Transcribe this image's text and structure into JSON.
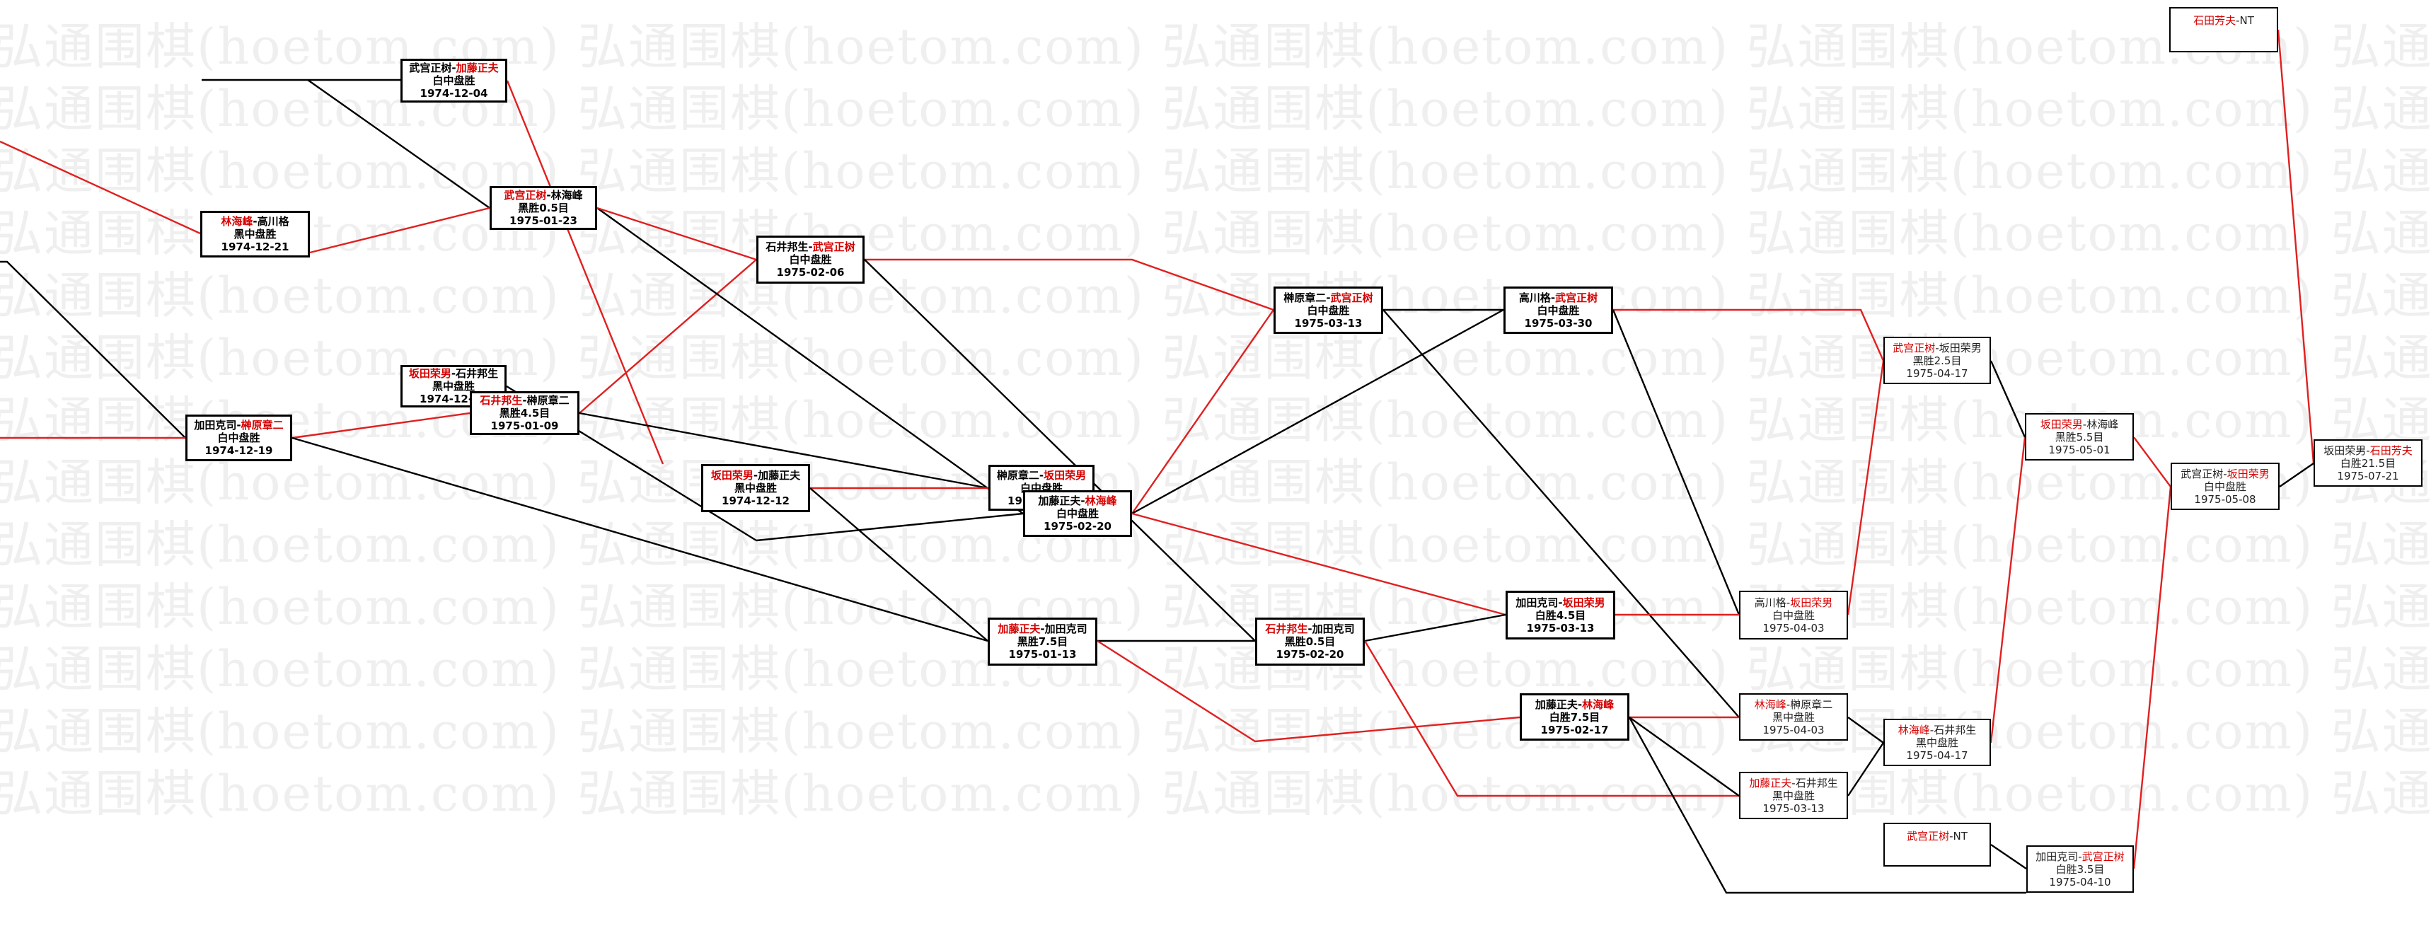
{
  "watermark": "弘通围棋(hoetom.com)",
  "colors": {
    "winner": "#d60000",
    "line_winner": "#e02020",
    "line_other": "#000000"
  },
  "nodes": [
    {
      "id": "n1",
      "a": "武宫正树",
      "b": "加藤正夫",
      "w": "b",
      "result": "白中盘胜",
      "date": "1974-12-04",
      "style": "bold"
    },
    {
      "id": "n2",
      "a": "林海峰",
      "b": "高川格",
      "w": "a",
      "result": "黑中盘胜",
      "date": "1974-12-21",
      "style": "bold"
    },
    {
      "id": "n3",
      "a": "武宫正树",
      "b": "林海峰",
      "w": "a",
      "result": "黑胜0.5目",
      "date": "1975-01-23",
      "style": "bold"
    },
    {
      "id": "n4",
      "a": "坂田荣男",
      "b": "石井邦生",
      "w": "a",
      "result": "黑中盘胜",
      "date": "1974-12-04",
      "style": "bold"
    },
    {
      "id": "n5",
      "a": "石井邦生",
      "b": "榊原章二",
      "w": "a",
      "result": "黑胜4.5目",
      "date": "1975-01-09",
      "style": "bold"
    },
    {
      "id": "n6",
      "a": "加田克司",
      "b": "榊原章二",
      "w": "b",
      "result": "白中盘胜",
      "date": "1974-12-19",
      "style": "bold"
    },
    {
      "id": "n7",
      "a": "石井邦生",
      "b": "武宫正树",
      "w": "b",
      "result": "白中盘胜",
      "date": "1975-02-06",
      "style": "bold"
    },
    {
      "id": "n8",
      "a": "坂田荣男",
      "b": "加藤正夫",
      "w": "a",
      "result": "黑中盘胜",
      "date": "1974-12-12",
      "style": "bold"
    },
    {
      "id": "n9",
      "a": "榊原章二",
      "b": "坂田荣男",
      "w": "b",
      "result": "白中盘胜",
      "date": "1975-02-20",
      "style": "bold"
    },
    {
      "id": "n10",
      "a": "加藤正夫",
      "b": "林海峰",
      "w": "b",
      "result": "白中盘胜",
      "date": "1975-02-20",
      "style": "bold"
    },
    {
      "id": "n11",
      "a": "加藤正夫",
      "b": "加田克司",
      "w": "a",
      "result": "黑胜7.5目",
      "date": "1975-01-13",
      "style": "bold"
    },
    {
      "id": "n12",
      "a": "榊原章二",
      "b": "武宫正树",
      "w": "b",
      "result": "白中盘胜",
      "date": "1975-03-13",
      "style": "bold"
    },
    {
      "id": "n13",
      "a": "石井邦生",
      "b": "加田克司",
      "w": "a",
      "result": "黑胜0.5目",
      "date": "1975-02-20",
      "style": "bold"
    },
    {
      "id": "n14",
      "a": "高川格",
      "b": "武宫正树",
      "w": "b",
      "result": "白中盘胜",
      "date": "1975-03-30",
      "style": "bold"
    },
    {
      "id": "n15",
      "a": "加田克司",
      "b": "坂田荣男",
      "w": "b",
      "result": "白胜4.5目",
      "date": "1975-03-13",
      "style": "bold"
    },
    {
      "id": "n16",
      "a": "加藤正夫",
      "b": "林海峰",
      "w": "b",
      "result": "白胜7.5目",
      "date": "1975-02-17",
      "style": "bold"
    },
    {
      "id": "n17",
      "a": "武宫正树",
      "b": "坂田荣男",
      "w": "a",
      "result": "黑胜2.5目",
      "date": "1975-04-17",
      "style": "light"
    },
    {
      "id": "n18",
      "a": "高川格",
      "b": "坂田荣男",
      "w": "b",
      "result": "白中盘胜",
      "date": "1975-04-03",
      "style": "light"
    },
    {
      "id": "n19",
      "a": "林海峰",
      "b": "榊原章二",
      "w": "a",
      "result": "黑中盘胜",
      "date": "1975-04-03",
      "style": "light"
    },
    {
      "id": "n20",
      "a": "加藤正夫",
      "b": "石井邦生",
      "w": "a",
      "result": "黑中盘胜",
      "date": "1975-03-13",
      "style": "light"
    },
    {
      "id": "n21",
      "a": "林海峰",
      "b": "石井邦生",
      "w": "a",
      "result": "黑中盘胜",
      "date": "1975-04-17",
      "style": "light"
    },
    {
      "id": "n22",
      "a": "武宫正树",
      "b": "NT",
      "w": "a",
      "result": "",
      "date": "",
      "style": "light"
    },
    {
      "id": "n23",
      "a": "坂田荣男",
      "b": "林海峰",
      "w": "a",
      "result": "黑胜5.5目",
      "date": "1975-05-01",
      "style": "light"
    },
    {
      "id": "n24",
      "a": "加田克司",
      "b": "武宫正树",
      "w": "b",
      "result": "白胜3.5目",
      "date": "1975-04-10",
      "style": "light"
    },
    {
      "id": "n25",
      "a": "武宫正树",
      "b": "坂田荣男",
      "w": "b",
      "result": "白中盘胜",
      "date": "1975-05-08",
      "style": "light"
    },
    {
      "id": "n26",
      "a": "石田芳夫",
      "b": "NT",
      "w": "a",
      "result": "",
      "date": "",
      "style": "light"
    },
    {
      "id": "n27",
      "a": "坂田荣男",
      "b": "石田芳夫",
      "w": "b",
      "result": "白胜21.5目",
      "date": "1975-07-21",
      "style": "light"
    }
  ]
}
